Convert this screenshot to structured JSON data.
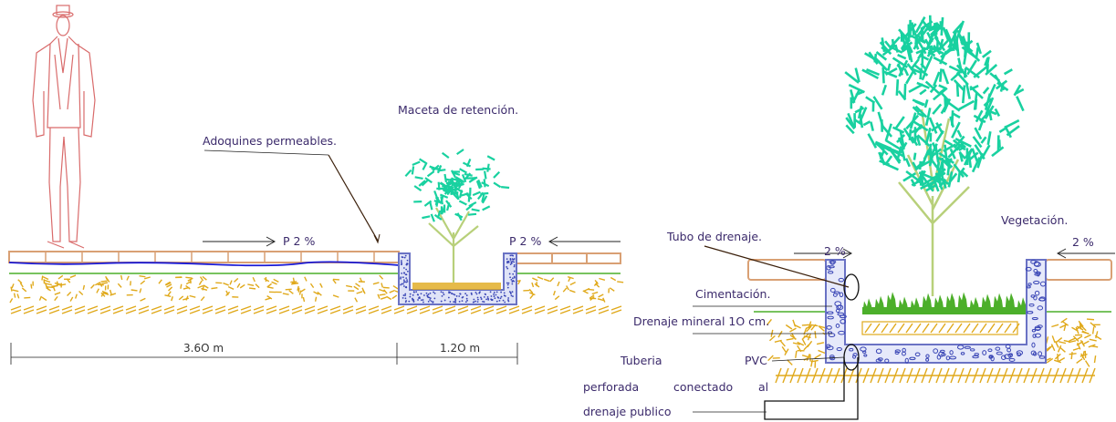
{
  "left_section": {
    "label_adoquines": "Adoquines permeables.",
    "label_maceta": "Maceta de retención.",
    "slope_left": "P 2 %",
    "slope_right": "P 2 %",
    "dim_pavement": "3.6O m",
    "dim_planter": "1.2O m"
  },
  "right_section": {
    "label_tubo": "Tubo de drenaje.",
    "label_vegetacion": "Vegetación.",
    "slope_left": "2 %",
    "slope_right": "2 %",
    "label_cimentacion": "Cimentación.",
    "label_drenaje_mineral": "Drenaje mineral 1O cm.",
    "label_tuberia_line1_a": "Tuberia",
    "label_tuberia_line1_b": "PVC",
    "label_tuberia_line2_a": "perforada",
    "label_tuberia_line2_b": "conectado",
    "label_tuberia_line2_c": "al",
    "label_tuberia_line3": "drenaje publico"
  },
  "colors": {
    "person": "#d96b6b",
    "paver": "#d9a074",
    "soil": "#e0a91b",
    "grass": "#4caf2a",
    "water": "#1a1ad6",
    "concrete": "#6a72c4",
    "foliage": "#19d1a0",
    "trunk": "#b8d07a",
    "text": "#3b2a6b"
  }
}
